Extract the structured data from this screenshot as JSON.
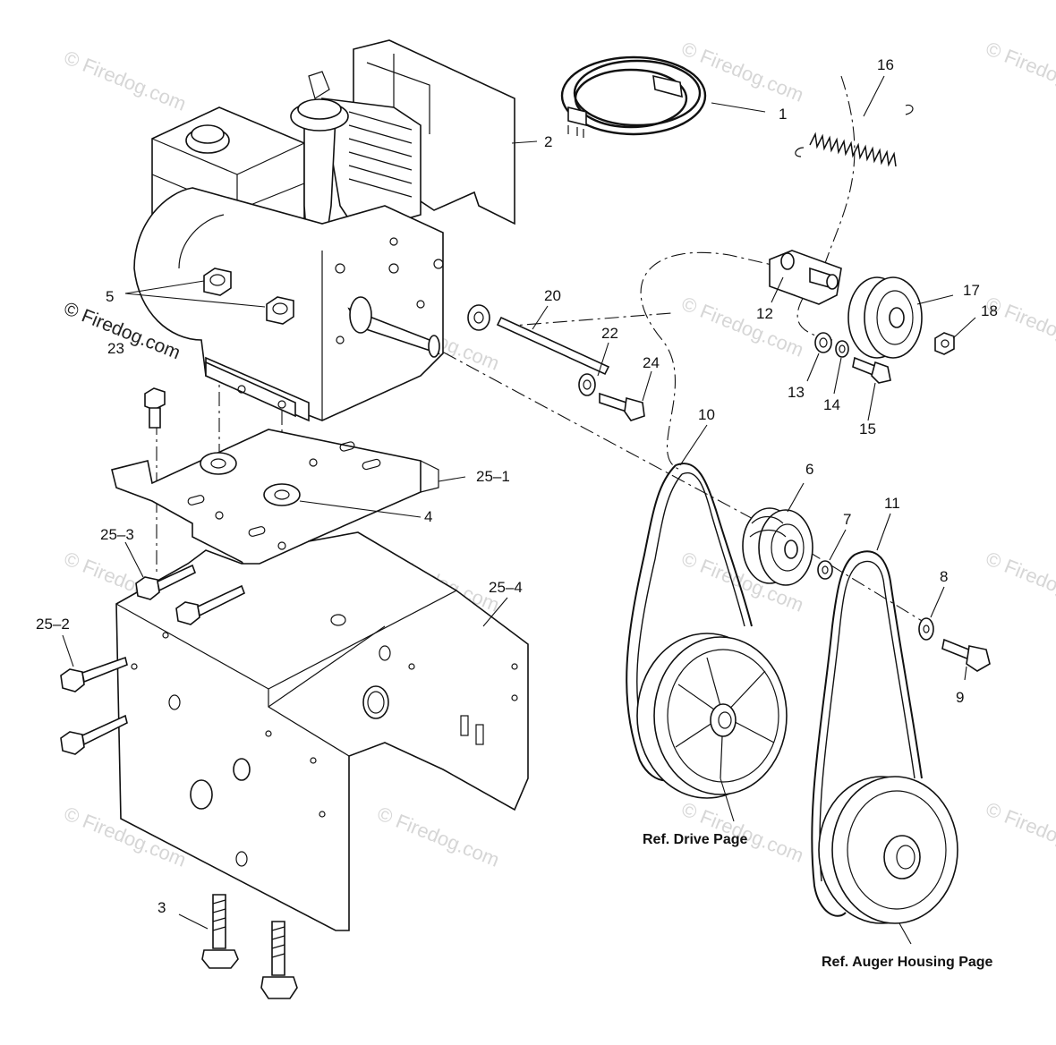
{
  "callouts": {
    "c1": "1",
    "c2": "2",
    "c3": "3",
    "c4": "4",
    "c5": "5",
    "c6": "6",
    "c7": "7",
    "c8": "8",
    "c9": "9",
    "c10": "10",
    "c11": "11",
    "c12": "12",
    "c13": "13",
    "c14": "14",
    "c15": "15",
    "c16": "16",
    "c17": "17",
    "c18": "18",
    "c20": "20",
    "c22": "22",
    "c23": "23",
    "c24": "24",
    "c25_1": "25–1",
    "c25_2": "25–2",
    "c25_3": "25–3",
    "c25_4": "25–4"
  },
  "references": {
    "drive": "Ref. Drive Page",
    "auger": "Ref. Auger Housing Page"
  },
  "watermark": {
    "text": "© Firedog.com",
    "color": "#d6d6d6"
  },
  "colors": {
    "line": "#111111",
    "background": "#ffffff"
  }
}
